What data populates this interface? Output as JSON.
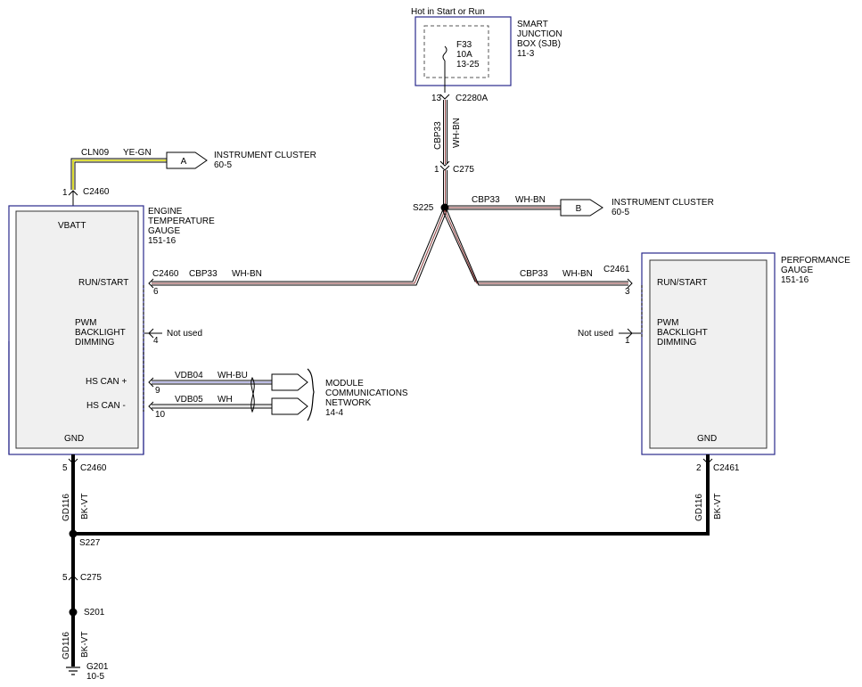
{
  "sjb": {
    "header": "Hot in Start or Run",
    "title_lines": [
      "SMART",
      "JUNCTION",
      "BOX (SJB)",
      "11-3"
    ],
    "fuse_lines": [
      "F33",
      "10A",
      "13-25"
    ],
    "pin": "13",
    "connector": "C2280A"
  },
  "vertical_wire": {
    "circuit": "CBP33",
    "color": "WH-BN"
  },
  "c275_top": {
    "pin": "1",
    "connector": "C275"
  },
  "s225": {
    "label": "S225",
    "circuit": "CBP33",
    "color": "WH-BN"
  },
  "ic_b": {
    "letter": "B",
    "lines": [
      "INSTRUMENT CLUSTER",
      "60-5"
    ]
  },
  "ic_a": {
    "letter": "A",
    "lines": [
      "INSTRUMENT CLUSTER",
      "60-5"
    ]
  },
  "cln09": {
    "circuit": "CLN09",
    "color": "YE-GN"
  },
  "left_top_conn": {
    "pin": "1",
    "connector": "C2460"
  },
  "engine_gauge": {
    "title_lines": [
      "ENGINE",
      "TEMPERATURE",
      "GAUGE",
      "151-16"
    ],
    "vbatt": "VBATT",
    "run_start": "RUN/START",
    "pwm_lines": [
      "PWM",
      "BACKLIGHT",
      "DIMMING"
    ],
    "hs_can_plus": "HS CAN +",
    "hs_can_minus": "HS CAN -",
    "gnd": "GND"
  },
  "left_run": {
    "connector": "C2460",
    "circuit": "CBP33",
    "color": "WH-BN",
    "pin": "6"
  },
  "left_pwm": {
    "pin": "4",
    "note": "Not used"
  },
  "can_plus": {
    "circuit": "VDB04",
    "color": "WH-BU",
    "pin": "9"
  },
  "can_minus": {
    "circuit": "VDB05",
    "color": "WH",
    "pin": "10"
  },
  "mcn": {
    "lines": [
      "MODULE",
      "COMMUNICATIONS",
      "NETWORK",
      "14-4"
    ]
  },
  "performance_gauge": {
    "title_lines": [
      "PERFORMANCE",
      "GAUGE",
      "151-16"
    ],
    "run_start": "RUN/START",
    "pwm_lines": [
      "PWM",
      "BACKLIGHT",
      "DIMMING"
    ],
    "gnd": "GND"
  },
  "right_run": {
    "connector": "C2461",
    "circuit": "CBP33",
    "color": "WH-BN",
    "pin": "3"
  },
  "right_pwm": {
    "pin": "1",
    "note": "Not used"
  },
  "left_gnd_conn": {
    "pin": "5",
    "connector": "C2460"
  },
  "left_gnd_wire": {
    "circuit": "GD116",
    "color": "BK-VT"
  },
  "right_gnd_conn": {
    "pin": "2",
    "connector": "C2461"
  },
  "right_gnd_wire": {
    "circuit": "GD116",
    "color": "BK-VT"
  },
  "s227": {
    "label": "S227"
  },
  "c275_bottom": {
    "pin": "5",
    "connector": "C275"
  },
  "s201": {
    "label": "S201"
  },
  "bottom_wire": {
    "circuit": "GD116",
    "color": "BK-VT"
  },
  "g201": {
    "lines": [
      "G201",
      "10-5"
    ]
  },
  "colors": {
    "module_border": "#2a2a8c",
    "module_fill": "#f0f0f0",
    "wire_wh_bn_stripe": "#8b3a3a",
    "wire_ye_gn": "#d4d400",
    "ground_wire": "#000000"
  }
}
